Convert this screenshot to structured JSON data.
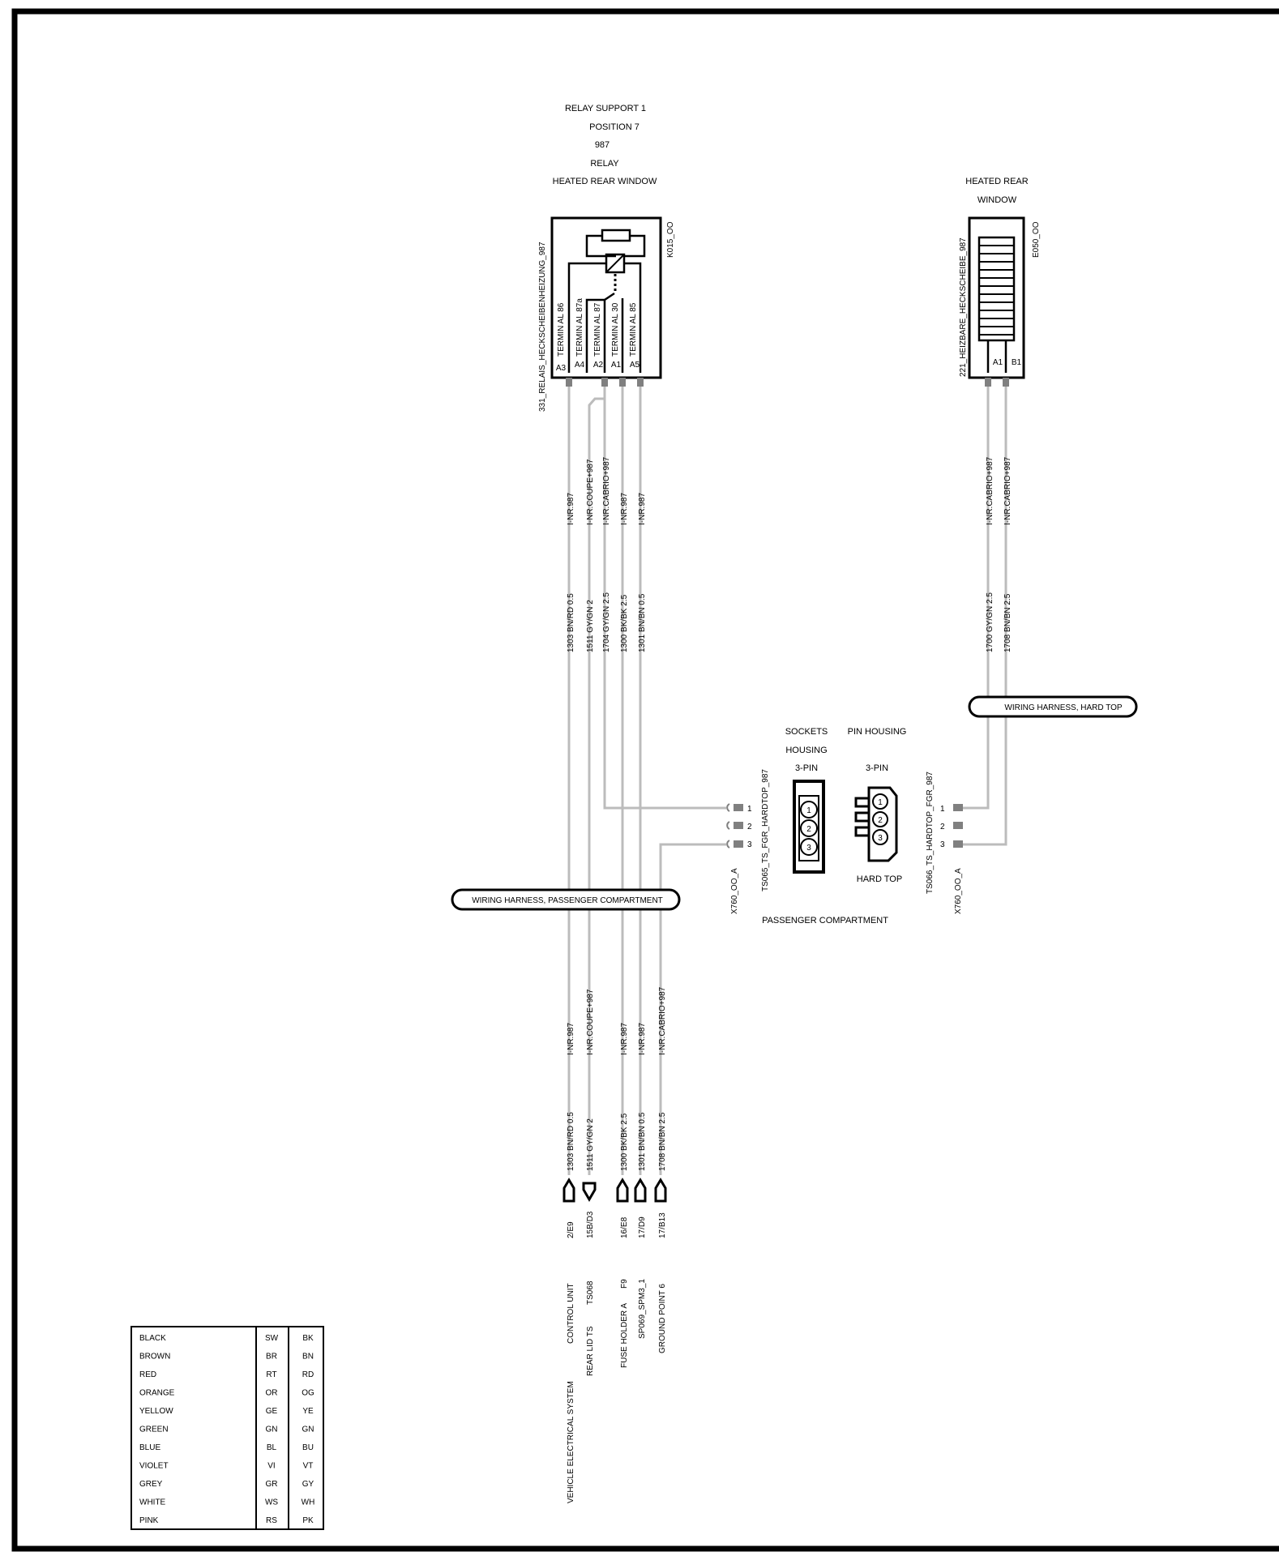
{
  "relay": {
    "header": [
      "RELAY SUPPORT 1",
      "POSITION 7",
      "987",
      "RELAY",
      "HEATED REAR WINDOW"
    ],
    "code": "K015_OO",
    "side_label": "331_RELAIS_HECKSCHEIBENHEIZUNG_987",
    "terminals": [
      "TERMIN AL 86",
      "TERMIN AL 87a",
      "TERMIN AL 87",
      "TERMIN AL 30",
      "TERMIN AL 85"
    ],
    "pins": [
      "A3",
      "A4",
      "A2",
      "A1",
      "A5"
    ]
  },
  "window": {
    "header": [
      "HEATED REAR",
      "WINDOW"
    ],
    "code": "E050_OO",
    "side_label": "221_HEIZBARE_HECKSCHEIBE_987",
    "pins": [
      "A1",
      "B1"
    ]
  },
  "upper_wires": {
    "variants": [
      "I-NR.987",
      "I-NR.COUPE+987",
      "I-NR.CABRIO+987",
      "I-NR.987",
      "I-NR.987"
    ],
    "codes": [
      "1303 BN/RD 0.5",
      "1511 GY/GN 2",
      "1704 GY/GN 2.5",
      "1300 BK/BK 2.5",
      "1301 BN/BN 0.5"
    ]
  },
  "window_wires": {
    "variants": [
      "I-NR.CABRIO+987",
      "I-NR.CABRIO+987"
    ],
    "codes": [
      "1700 GY/GN 2.5",
      "1708 BN/BN 2.5"
    ]
  },
  "harness_hardtop": "WIRING HARNESS, HARD TOP",
  "harness_passenger": "WIRING HARNESS, PASSENGER COMPARTMENT",
  "connectors": {
    "sockets_label": [
      "SOCKETS",
      "HOUSING",
      "3-PIN"
    ],
    "pin_label": [
      "PIN HOUSING",
      "3-PIN"
    ],
    "hard_top": "HARD TOP",
    "passenger_compartment": "PASSENGER COMPARTMENT",
    "left_code": "TS065_TS_FGR_HARDTOP_987",
    "left_code2": "X760_OO_A",
    "right_code": "TS066_TS_HARDTOP_FGR_987",
    "right_code2": "X760_OO_A",
    "pin_numbers": [
      "1",
      "2",
      "3"
    ]
  },
  "lower_wires": {
    "variants": [
      "I-NR.987",
      "I-NR.COUPE+987",
      "I-NR.987",
      "I-NR.987",
      "I-NR.CABRIO+987"
    ],
    "codes": [
      "1303 BN/RD 0.5",
      "1511 GY/GN 2",
      "1300 BK/BK 2.5",
      "1301 BN/BN 0.5",
      "1708 BN/BN 2.5"
    ],
    "refs": [
      "2/E9",
      "15B/D3",
      "16/E8",
      "17/D9",
      "17/B13"
    ]
  },
  "destinations": [
    [
      "VEHICLE ELECTRICAL SYSTEM",
      "CONTROL UNIT"
    ],
    [
      "REAR LID TS",
      "TS068"
    ],
    [
      "FUSE HOLDER A",
      "F9"
    ],
    [
      "SP069_SPM3_1"
    ],
    [
      "GROUND POINT 6"
    ]
  ],
  "legend": [
    [
      "BLACK",
      "SW",
      "BK"
    ],
    [
      "BROWN",
      "BR",
      "BN"
    ],
    [
      "RED",
      "RT",
      "RD"
    ],
    [
      "ORANGE",
      "OR",
      "OG"
    ],
    [
      "YELLOW",
      "GE",
      "YE"
    ],
    [
      "GREEN",
      "GN",
      "GN"
    ],
    [
      "BLUE",
      "BL",
      "BU"
    ],
    [
      "VIOLET",
      "VI",
      "VT"
    ],
    [
      "GREY",
      "GR",
      "GY"
    ],
    [
      "WHITE",
      "WS",
      "WH"
    ],
    [
      "PINK",
      "RS",
      "PK"
    ]
  ],
  "colors": {
    "wire": "#bcbcbc",
    "ink": "#000000"
  }
}
